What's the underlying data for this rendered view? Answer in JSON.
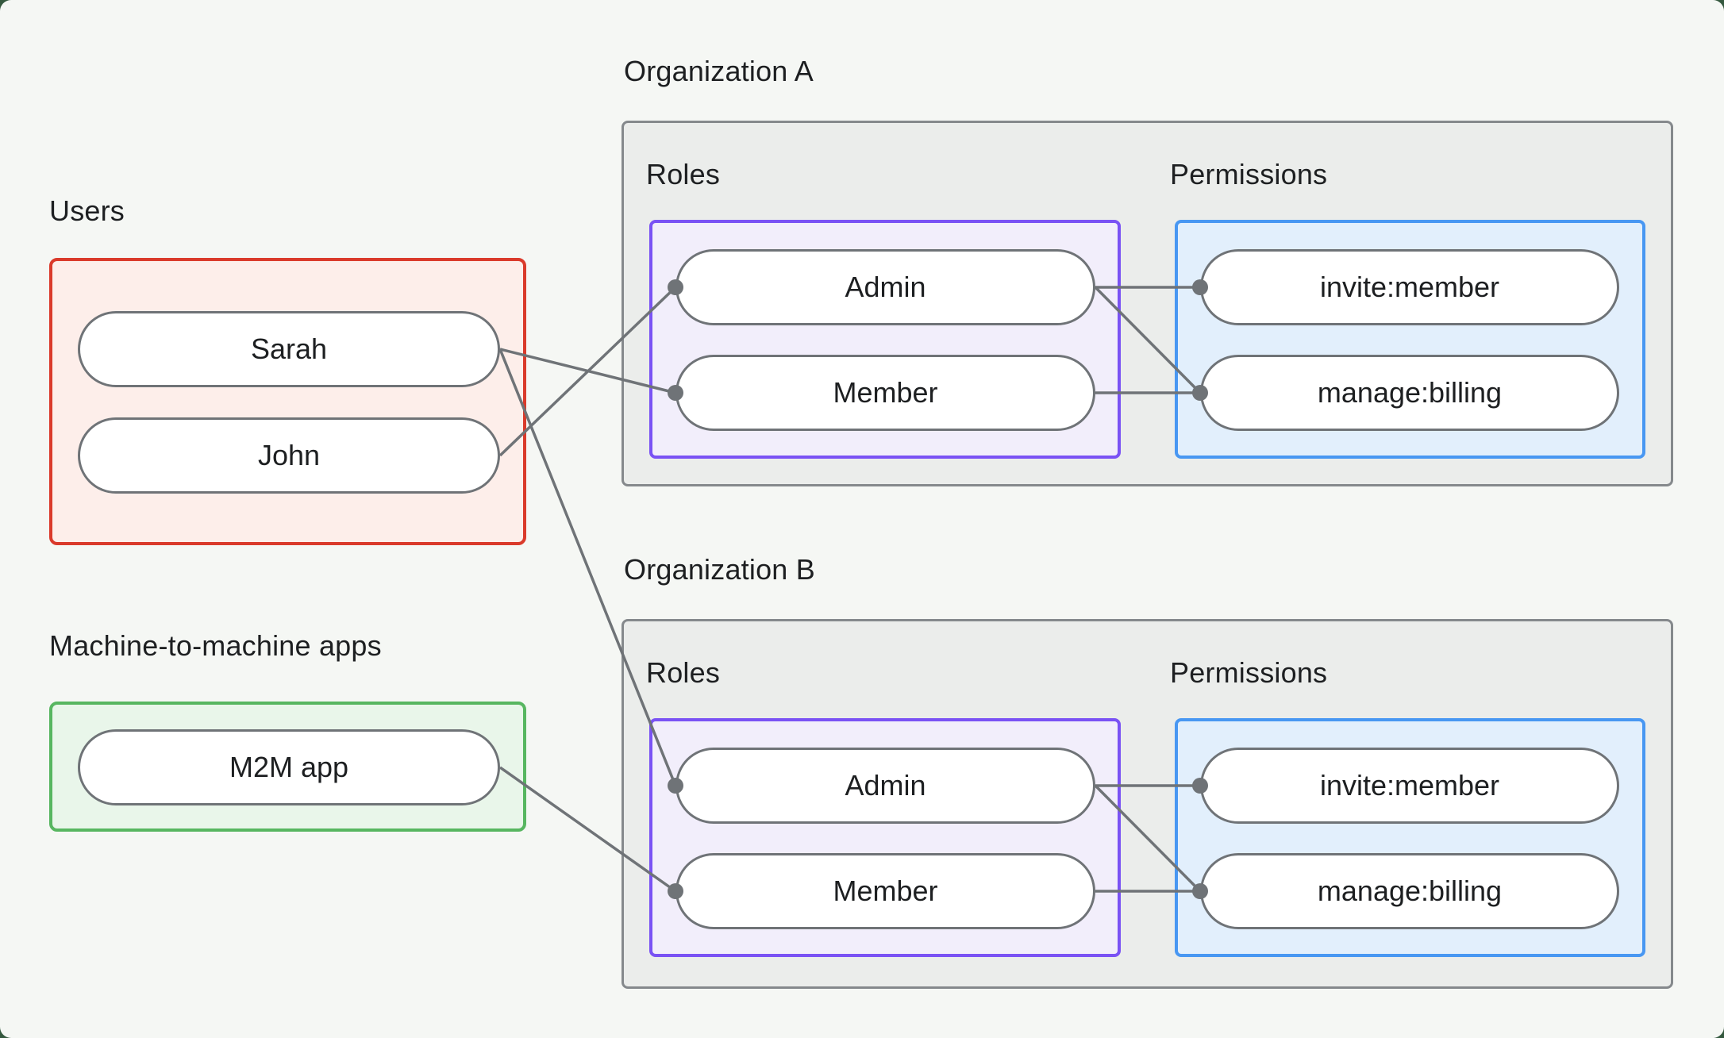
{
  "page": {
    "background": "#f5f7f4",
    "outer_background": "#35593f",
    "text_color": "#1d1f21",
    "connector_color": "#6f7377",
    "accent_colors": {
      "users_border": "#da3a2b",
      "users_fill": "#fdeeea",
      "m2m_border": "#57b660",
      "m2m_fill": "#e9f6ea",
      "roles_border": "#7a52f4",
      "roles_fill": "#f2eefb",
      "permissions_border": "#4897f2",
      "permissions_fill": "#e2effc",
      "org_border": "#85898c",
      "org_fill": "#ebedeb"
    }
  },
  "users_section": {
    "label": "Users",
    "users": [
      {
        "id": "sarah",
        "name": "Sarah"
      },
      {
        "id": "john",
        "name": "John"
      }
    ]
  },
  "m2m_section": {
    "label": "Machine-to-machine apps",
    "apps": [
      {
        "id": "m2m-app",
        "name": "M2M app"
      }
    ]
  },
  "organizations": [
    {
      "id": "org-a",
      "title": "Organization A",
      "roles_label": "Roles",
      "permissions_label": "Permissions",
      "roles": [
        {
          "id": "org-a-admin",
          "name": "Admin"
        },
        {
          "id": "org-a-member",
          "name": "Member"
        }
      ],
      "permissions": [
        {
          "id": "org-a-invite",
          "name": "invite:member"
        },
        {
          "id": "org-a-manage",
          "name": "manage:billing"
        }
      ]
    },
    {
      "id": "org-b",
      "title": "Organization B",
      "roles_label": "Roles",
      "permissions_label": "Permissions",
      "roles": [
        {
          "id": "org-b-admin",
          "name": "Admin"
        },
        {
          "id": "org-b-member",
          "name": "Member"
        }
      ],
      "permissions": [
        {
          "id": "org-b-invite",
          "name": "invite:member"
        },
        {
          "id": "org-b-manage",
          "name": "manage:billing"
        }
      ]
    }
  ],
  "connections": [
    {
      "from": "sarah",
      "to": "org-a-member"
    },
    {
      "from": "john",
      "to": "org-a-admin"
    },
    {
      "from": "sarah",
      "to": "org-b-admin"
    },
    {
      "from": "m2m-app",
      "to": "org-b-member"
    },
    {
      "from": "org-a-admin",
      "to": "org-a-invite"
    },
    {
      "from": "org-a-admin",
      "to": "org-a-manage"
    },
    {
      "from": "org-a-member",
      "to": "org-a-manage"
    },
    {
      "from": "org-b-admin",
      "to": "org-b-invite"
    },
    {
      "from": "org-b-admin",
      "to": "org-b-manage"
    },
    {
      "from": "org-b-member",
      "to": "org-b-manage"
    }
  ]
}
